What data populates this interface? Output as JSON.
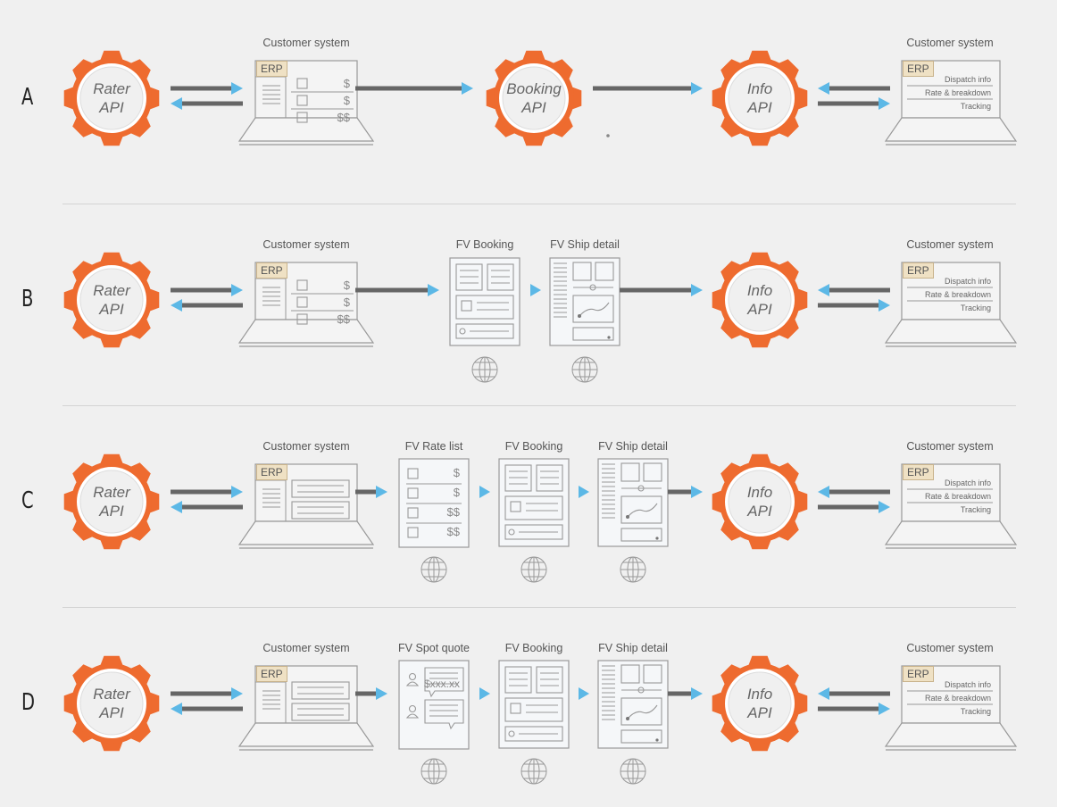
{
  "rows": [
    {
      "letter": "A",
      "left_gear": [
        "Rater",
        "API"
      ],
      "middle_gear": [
        "Booking",
        "API"
      ],
      "right_gear": [
        "Info",
        "API"
      ],
      "customer_label": "Customer system",
      "customer_label_right": "Customer system",
      "screens": [],
      "erp": "ERP",
      "prices": [
        "$",
        "$",
        "$$"
      ],
      "right_lines": [
        "Dispatch info",
        "Rate & breakdown",
        "Tracking"
      ]
    },
    {
      "letter": "B",
      "left_gear": [
        "Rater",
        "API"
      ],
      "right_gear": [
        "Info",
        "API"
      ],
      "customer_label": "Customer system",
      "customer_label_right": "Customer system",
      "screens": [
        "FV Booking",
        "FV Ship detail"
      ],
      "erp": "ERP",
      "prices": [
        "$",
        "$",
        "$$"
      ],
      "right_lines": [
        "Dispatch info",
        "Rate & breakdown",
        "Tracking"
      ]
    },
    {
      "letter": "C",
      "left_gear": [
        "Rater",
        "API"
      ],
      "right_gear": [
        "Info",
        "API"
      ],
      "customer_label": "Customer system",
      "customer_label_right": "Customer system",
      "screens": [
        "FV Rate list",
        "FV Booking",
        "FV Ship detail"
      ],
      "erp": "ERP",
      "rate_prices": [
        "$",
        "$",
        "$$",
        "$$"
      ],
      "right_lines": [
        "Dispatch info",
        "Rate & breakdown",
        "Tracking"
      ]
    },
    {
      "letter": "D",
      "left_gear": [
        "Rater",
        "API"
      ],
      "right_gear": [
        "Info",
        "API"
      ],
      "customer_label": "Customer system",
      "customer_label_right": "Customer system",
      "screens": [
        "FV Spot quote",
        "FV Booking",
        "FV Ship detail"
      ],
      "erp": "ERP",
      "quote_price": "$xxx.xx",
      "right_lines": [
        "Dispatch info",
        "Rate & breakdown",
        "Tracking"
      ]
    }
  ],
  "colors": {
    "gear": "#ee6b2f",
    "arrow_head": "#5cb8e6",
    "arrow_bar": "#666666",
    "line": "#999999",
    "background": "#f0f0f0"
  }
}
